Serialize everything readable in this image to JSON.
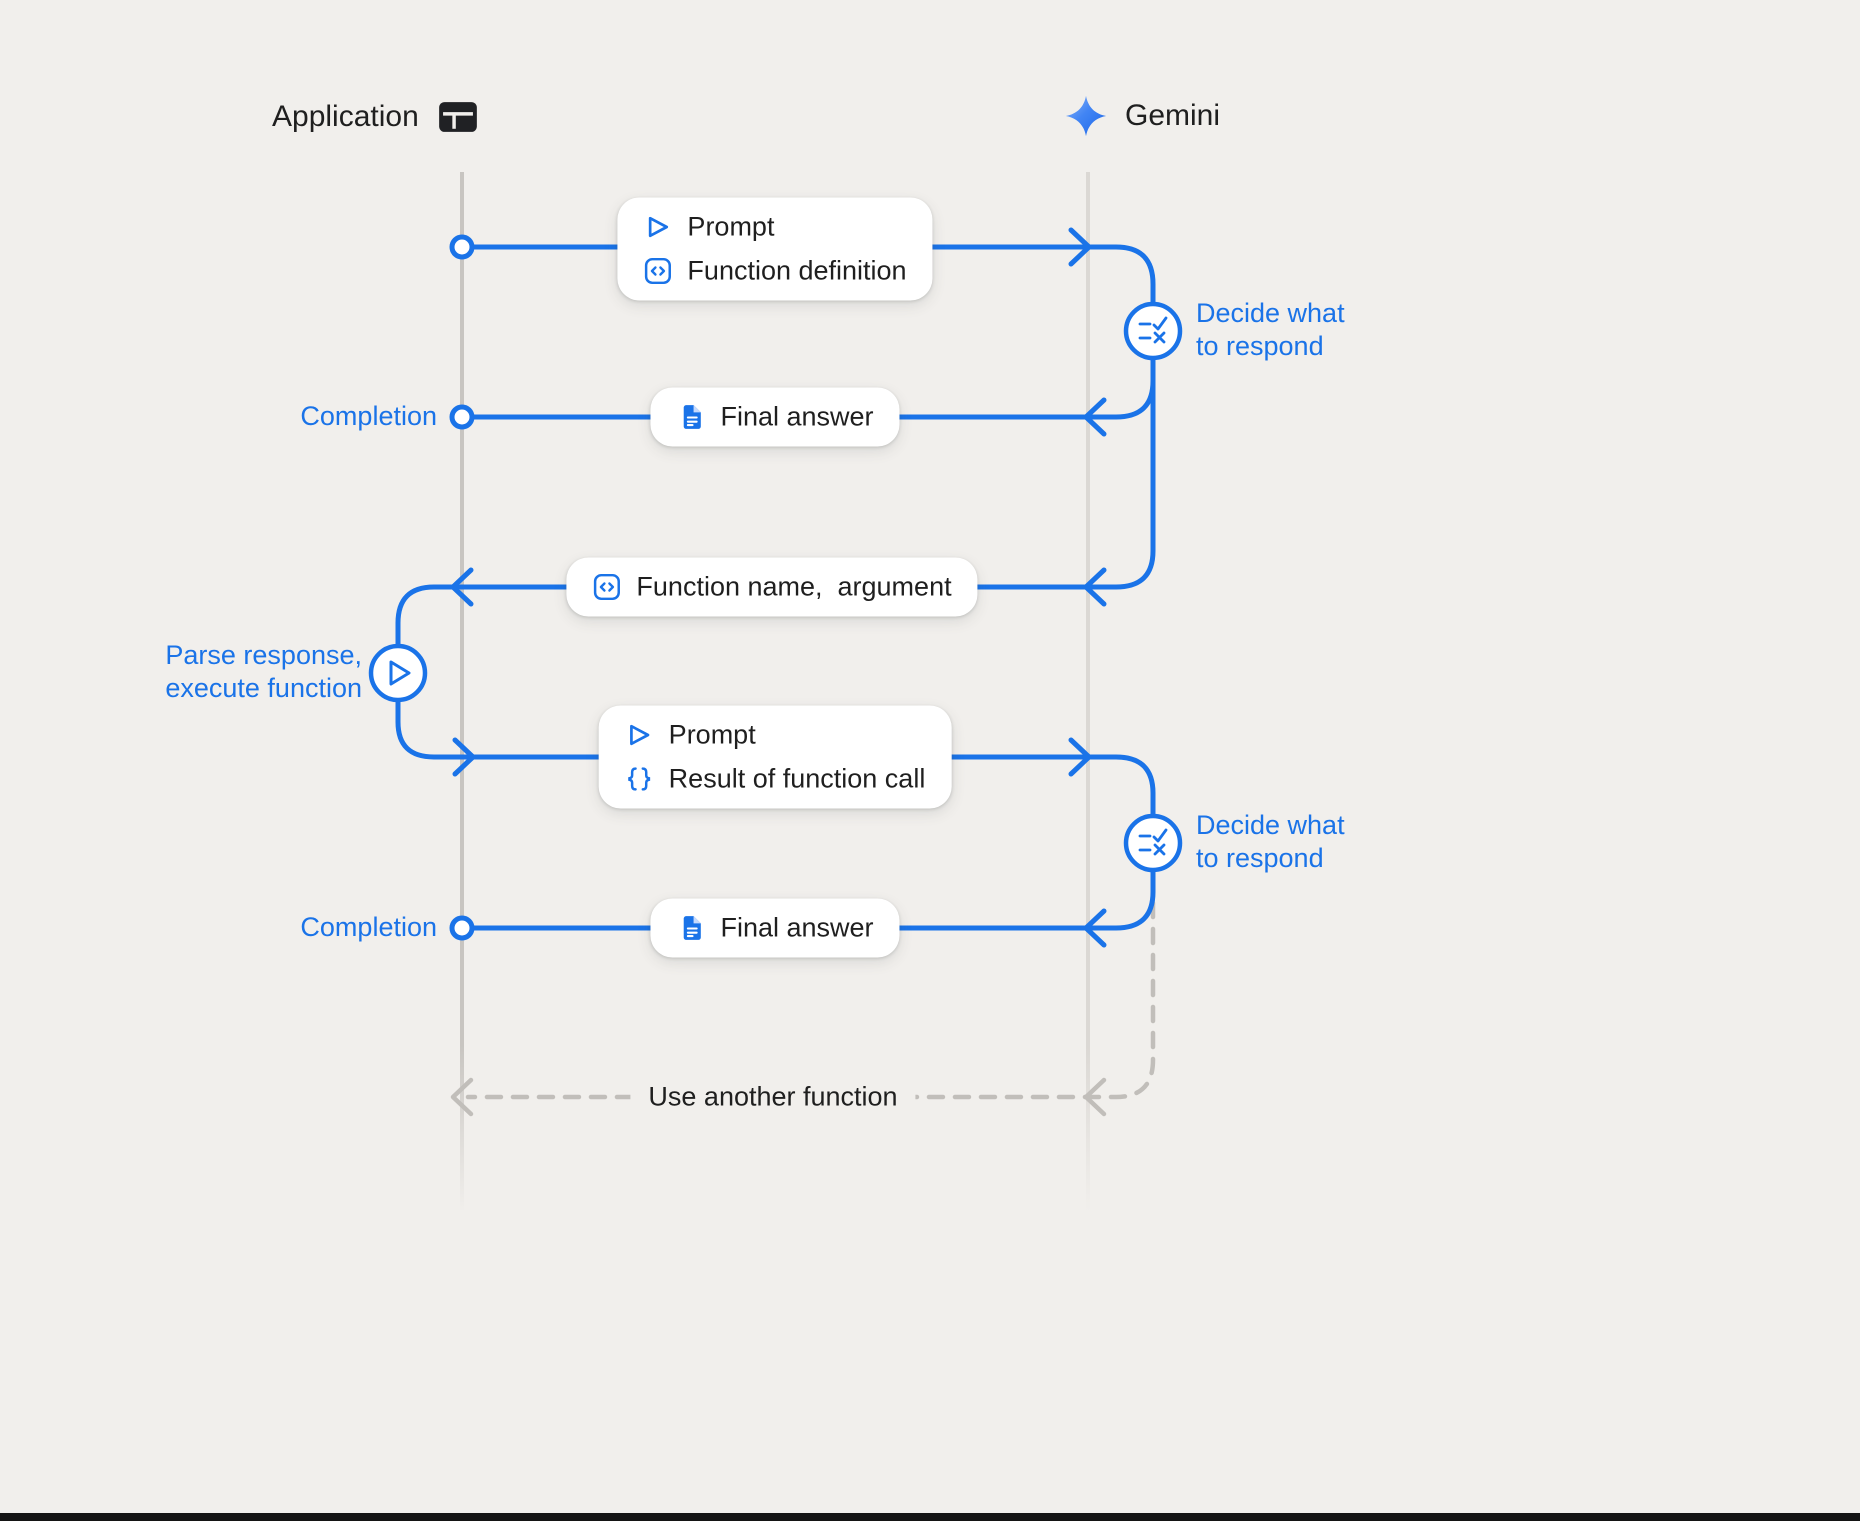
{
  "diagram": {
    "background": "#f1efec",
    "accent_blue": "#1a73e8",
    "actors": {
      "application": {
        "label": "Application",
        "icon": "app-window-icon"
      },
      "gemini": {
        "label": "Gemini",
        "icon": "gemini-star-icon"
      }
    },
    "messages": [
      {
        "name": "prompt-and-function-definition",
        "direction": "application-to-gemini",
        "rows": [
          {
            "icon": "prompt-icon",
            "label": "Prompt"
          },
          {
            "icon": "code-icon",
            "label": "Function definition"
          }
        ]
      },
      {
        "name": "final-answer-1",
        "direction": "gemini-to-application",
        "rows": [
          {
            "icon": "document-icon",
            "label": "Final answer"
          }
        ]
      },
      {
        "name": "function-name-argument",
        "direction": "gemini-to-application",
        "rows": [
          {
            "icon": "code-icon",
            "label": "Function name,  argument"
          }
        ]
      },
      {
        "name": "prompt-and-function-result",
        "direction": "application-to-gemini",
        "rows": [
          {
            "icon": "prompt-icon",
            "label": "Prompt"
          },
          {
            "icon": "braces-icon",
            "label": "Result of function call"
          }
        ]
      },
      {
        "name": "final-answer-2",
        "direction": "gemini-to-application",
        "rows": [
          {
            "icon": "document-icon",
            "label": "Final answer"
          }
        ]
      }
    ],
    "annotations": {
      "completion_top": "Completion",
      "completion_bottom": "Completion",
      "decide_top": "Decide what to respond",
      "decide_bottom": "Decide what to respond",
      "parse_execute": "Parse response, execute function",
      "use_another_function": "Use another function"
    },
    "node_icons": {
      "decide": "rule-check-icon",
      "parse": "play-icon",
      "endpoint": "circle-endpoint-icon"
    }
  }
}
